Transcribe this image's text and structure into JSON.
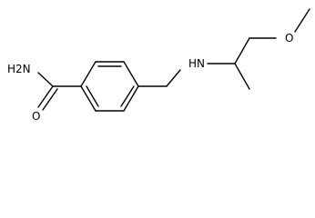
{
  "molecule": {
    "labels": {
      "amide_nitrogen": "H2N",
      "amide_oxygen": "O",
      "amine_nitrogen": "HN",
      "ether_oxygen": "O"
    }
  }
}
